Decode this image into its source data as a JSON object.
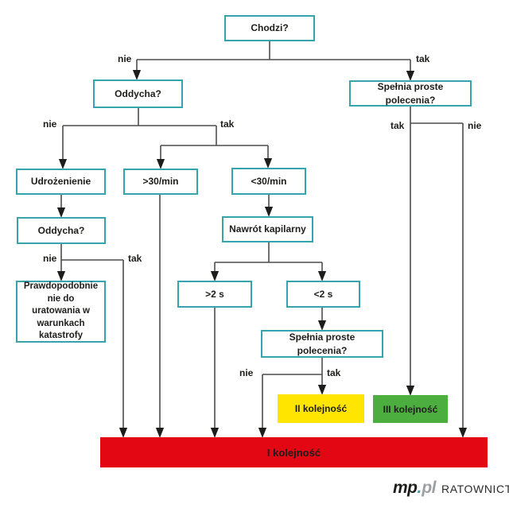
{
  "palette": {
    "box_border_teal": "#35a4ac",
    "line_gray": "#4d4d4f",
    "priority_red": "#e30613",
    "priority_yellow": "#ffe500",
    "priority_green": "#4cae3e",
    "text_black": "#1d1d1b",
    "logo_gray": "#9d9fa2"
  },
  "flowchart": {
    "nodes": {
      "chodzi": "Chodzi?",
      "oddycha_1": "Oddycha?",
      "spelnia_right": "Spełnia proste polecenia?",
      "udroznienie": "Udrożenienie",
      "gt30": ">30/min",
      "lt30": "<30/min",
      "oddycha_2": "Oddycha?",
      "nawrot": "Nawrót kapilarny",
      "prawdopodobnie": "Prawdopodobnie nie do uratowania w warunkach katastrofy",
      "gt2s": ">2 s",
      "lt2s": "<2 s",
      "spelnia_lower": "Spełnia proste polecenia?"
    },
    "edge_labels": {
      "chodzi_nie": "nie",
      "chodzi_tak": "tak",
      "oddycha1_nie": "nie",
      "oddycha1_tak": "tak",
      "oddycha2_nie": "nie",
      "oddycha2_tak": "tak",
      "spelnia_right_tak": "tak",
      "spelnia_right_nie": "nie",
      "spelnia_lower_nie": "nie",
      "spelnia_lower_tak": "tak"
    },
    "priorities": {
      "first": "I kolejność",
      "second": "II kolejność",
      "third": "III kolejność"
    }
  },
  "footer": {
    "logo_mp": "mp",
    "logo_dot": ".",
    "logo_pl": "pl",
    "logo_brand": "RATOWNICTWO"
  }
}
